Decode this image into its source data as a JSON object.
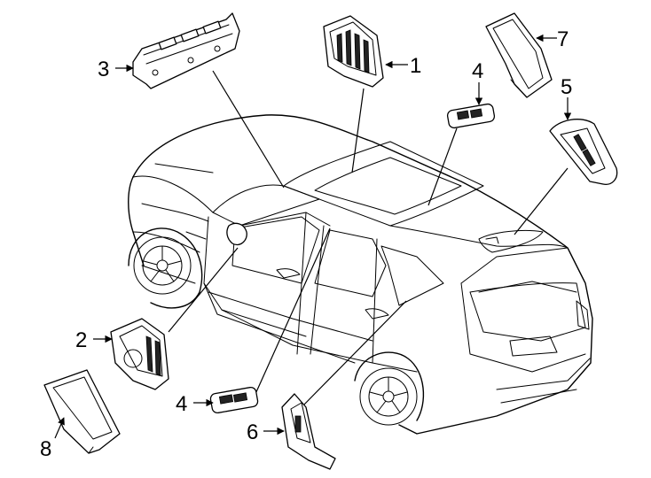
{
  "callouts": {
    "c1": "1",
    "c2": "2",
    "c3": "3",
    "c4a": "4",
    "c4b": "4",
    "c5": "5",
    "c6": "6",
    "c7": "7",
    "c8": "8"
  }
}
